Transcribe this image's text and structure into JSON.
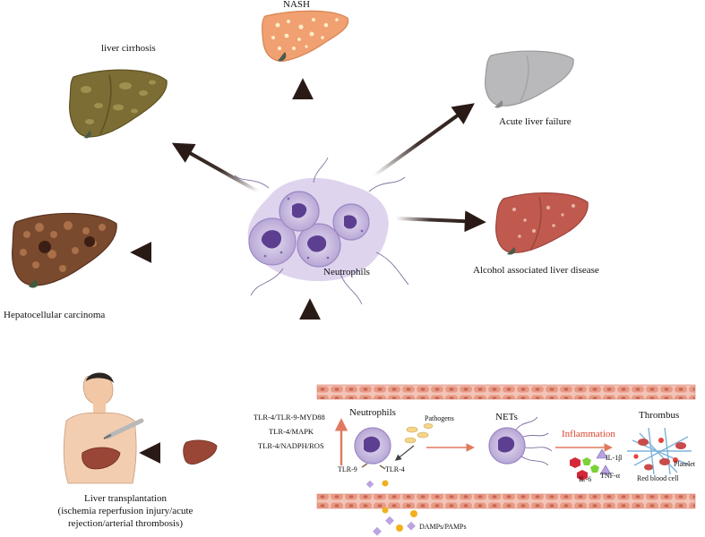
{
  "diseases": {
    "nash": "NASH",
    "cirrhosis": "liver cirrhosis",
    "alf": "Acute liver failure",
    "hcc": "Hepatocellular carcinoma",
    "ald": "Alcohol associated liver disease"
  },
  "center_label": "Neutrophils",
  "transplant": {
    "title": "Liver transplantation",
    "line1": "(ischemia reperfusion injury/acute",
    "line2": "rejection/arterial thrombosis)"
  },
  "mechanism": {
    "pathways": [
      "TLR-4/TLR-9-MYD88",
      "TLR-4/MAPK",
      "TLR-4/NADPH/ROS"
    ],
    "neutrophils": "Neutrophils",
    "pathogens": "Pathogens",
    "tlr9": "TLR-9",
    "tlr4": "TLR-4",
    "nets": "NETs",
    "inflammation": "Inflammation",
    "thrombus": "Thrombus",
    "il1b": "IL-1β",
    "il6": "IL-6",
    "tnfa": "TNF-α",
    "platelet": "Platelet",
    "rbc": "Red blood cell",
    "damps": "DAMPs/PAMPs"
  },
  "colors": {
    "arrow": "#2a1a16",
    "inflammation": "#d9432b",
    "vessel": "#e89a86"
  }
}
